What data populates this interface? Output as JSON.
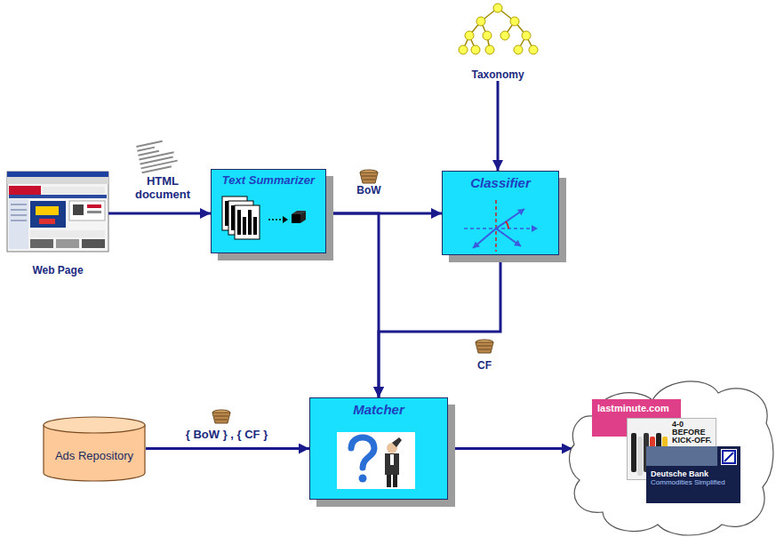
{
  "diagram": {
    "nodes": [
      {
        "text": [
          "Web Page"
        ]
      },
      {
        "text": [
          "Text Summarizer"
        ]
      },
      {
        "text": [
          "Taxonomy"
        ]
      },
      {
        "text": [
          "Classifier"
        ]
      },
      {
        "text": [
          "Ads Repository"
        ]
      },
      {
        "text": [
          "Matcher"
        ]
      },
      {
        "text": [
          "lastminute.com",
          "4-0 BEFORE KICK-OFF.",
          "Deutsche Bank",
          "Commodities Simplified"
        ]
      }
    ],
    "edges": [
      {
        "from": 0,
        "to": 1,
        "label": "HTML document",
        "arrow": "to"
      },
      {
        "from": 1,
        "to": 3,
        "label": "BoW",
        "arrow": "to"
      },
      {
        "from": 2,
        "to": 3,
        "arrow": "to"
      },
      {
        "from": 1,
        "to": 5,
        "arrow": "to"
      },
      {
        "from": 3,
        "to": 5,
        "label": "CF",
        "arrow": "to"
      },
      {
        "from": 4,
        "to": 5,
        "label": "{ BoW } , { CF }",
        "arrow": "to"
      },
      {
        "from": 5,
        "to": 6,
        "arrow": "to"
      }
    ]
  }
}
